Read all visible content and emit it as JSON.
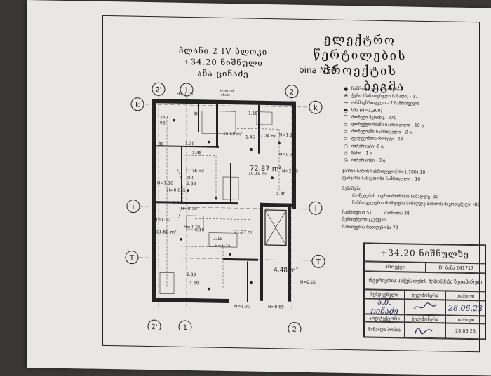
{
  "title": {
    "line1": "ელექტრო წერტილების",
    "line2": "პროექტის",
    "line3": "ბეგმა"
  },
  "bina": "bina N53",
  "subtitle": {
    "line1": "პლანი 2 IV ბლოკი",
    "line2": "+34.20 ნიშნული",
    "line3": "ანა ცინაძე"
  },
  "plan": {
    "axes": {
      "top": [
        "2'",
        "1",
        "2"
      ],
      "bottom": [
        "2'",
        "1",
        "2"
      ],
      "left": [
        "k",
        "i",
        "T"
      ],
      "right": [
        "k",
        "i",
        "T"
      ]
    },
    "area_total": "72.87 m²",
    "rooms": [
      "16.50 m²",
      "7.24 m²",
      "11.76 m²",
      "10.19 m²",
      "11.68 m²",
      "21.27 m²",
      "4.48 m²"
    ],
    "dims": [
      "240",
      "98",
      "88",
      "90",
      "1.30",
      "1.45",
      "1.18",
      "1.45",
      "100",
      "2.88",
      "2.88",
      "1.60",
      "2.40",
      "1.50",
      "0.10",
      "2.15"
    ],
    "heights": [
      "H=0.70",
      "H=1.15",
      "H=0.70",
      "H=2.00",
      "H=0.70",
      "H=1.10",
      "H=0.015",
      "H=0.70",
      "H=1.15",
      "H=2.00",
      "H=1.30",
      "H=0.85",
      "H=0.70",
      "H=1.50"
    ],
    "internet": "internet",
    "shvt": "shvis"
  },
  "legend": {
    "items": [
      {
        "sym": "●",
        "text": "ჩამრთველის ბანათება  1"
      },
      {
        "sym": "⊕",
        "text": "ჭერი (ბანათებული ბანათი) - 11"
      },
      {
        "sym": "⊸",
        "text": "ორმაგჩრთველი - 7 ჩამრთველი"
      },
      {
        "sym": "◓",
        "text": "სპა (H=1,300)"
      },
      {
        "sym": "⌒",
        "text": "როზეტი შემთხვ.      -270"
      },
      {
        "sym": "⊃",
        "text": "დირექტორიანი ჩამრთველი - 10 ც"
      },
      {
        "sym": "⊃",
        "text": "როზეტიანი ჩამრთველი - 2 ც"
      },
      {
        "sym": "⊃",
        "text": "ტელევიზიის როზეტი      -23"
      },
      {
        "sym": "○",
        "text": "ინტერნეტი  -0 ც"
      },
      {
        "sym": "◇",
        "text": "ზარი  - 1 ც"
      },
      {
        "sym": "◎",
        "text": "ინტერკომი  - 3 ც"
      }
    ],
    "extra": [
      "ჯამინა ზარის ჩამრთველი(H=1,700)-10",
      "ფანჯარა სანავთობი ჩამრთველი - 10"
    ],
    "notes_head": "შენიშვნა:",
    "notes": [
      "როზეტების საერთაშორისო სიმაღლე -30",
      "ჩამრთველების მონტაჟის სიმაღლე ბარმოს მიერთებული -85"
    ],
    "count_label": "ჩაირთვისი 51",
    "count_value": "მაირთის 38",
    "total_label": "შერთებული ჯგუფები",
    "total_value": "ჩართვების რაოდენობა 72"
  },
  "stamp": {
    "mark": "+34.20 ნიშნულზე",
    "row2_left": "პროექტი",
    "row2_right": "ID: ბინა 241717",
    "desc": "ინტერიერის სამუშაოების შემოწმება ზედაპირები",
    "h1": "შემდგენელი",
    "h2": "ხელმოწერა",
    "h3": "თარიღი",
    "sig1": "ა.ნ. ცინაძე",
    "date1": "28.06.23",
    "h4": "არქიტექტორი",
    "h5": "ხელმოწერა",
    "h6": "თარიღი",
    "name2": "ზინაიდა შონია",
    "date2": "28.06.23"
  }
}
